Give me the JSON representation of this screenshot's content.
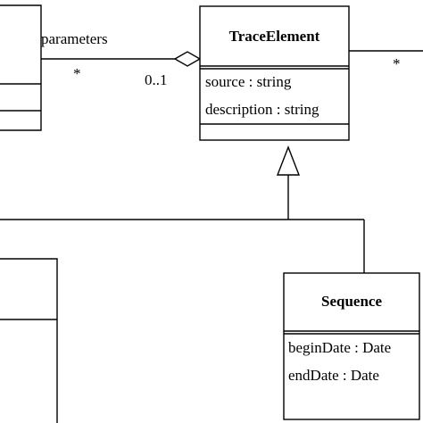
{
  "diagram": {
    "trace_element": {
      "name": "TraceElement",
      "attributes": [
        "source : string",
        "description : string"
      ]
    },
    "sequence": {
      "name": "Sequence",
      "attributes": [
        "beginDate : Date",
        "endDate : Date"
      ]
    },
    "association": {
      "role_name": "parameters",
      "multiplicity_left": "*",
      "multiplicity_right": "0..1",
      "multiplicity_far_right": "*"
    }
  }
}
